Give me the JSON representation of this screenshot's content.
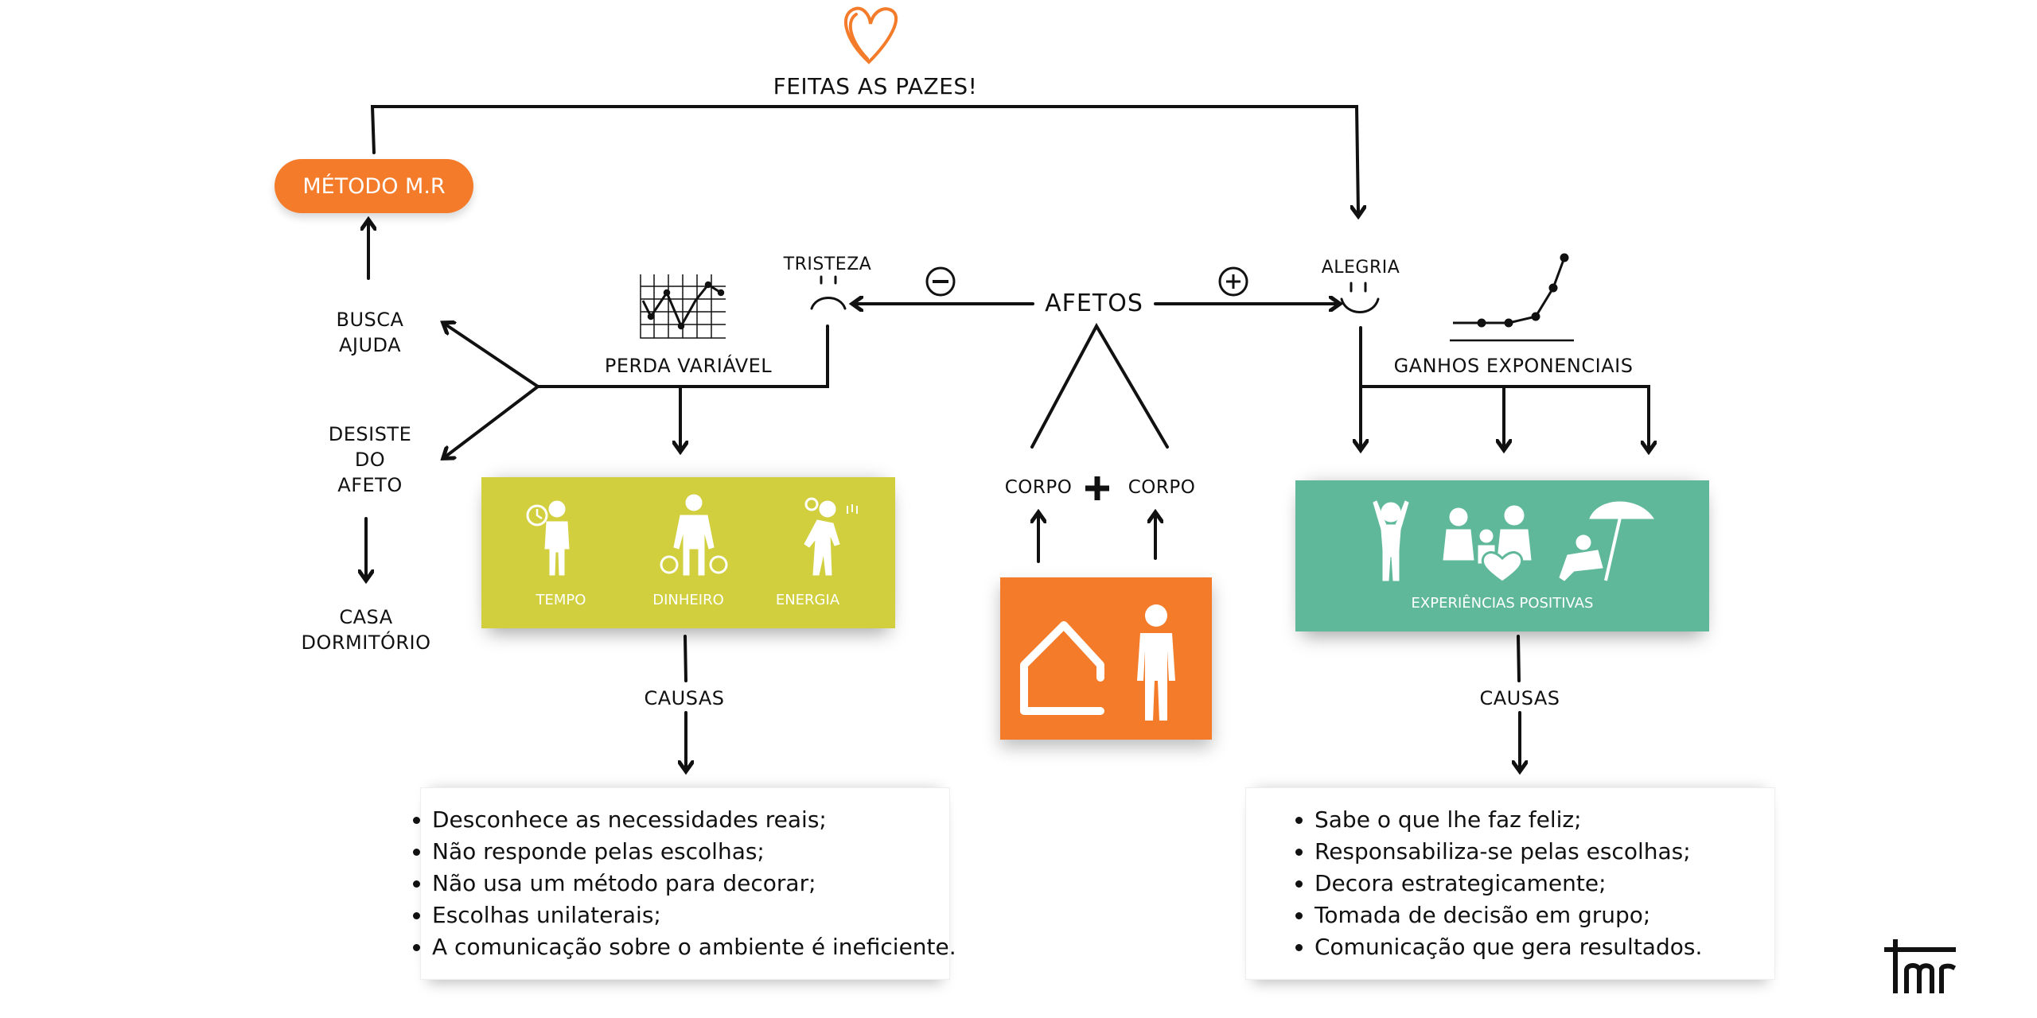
{
  "top": {
    "title": "FEITAS AS PAZES!"
  },
  "method": {
    "label": "MÉTODO M.R"
  },
  "left_branch": {
    "busca": "BUSCA\nAJUDA",
    "desiste": "DESISTE\nDO\nAFETO",
    "casa": "CASA\nDORMITÓRIO"
  },
  "center": {
    "afetos": "AFETOS",
    "corpo_left": "CORPO",
    "corpo_right": "CORPO",
    "minus_symbol": "−",
    "plus_symbol": "+"
  },
  "negative": {
    "emotion": "TRISTEZA",
    "trend": "PERDA VARIÁVEL",
    "panel_items": [
      {
        "label": "TEMPO",
        "icon": "person-clock-icon"
      },
      {
        "label": "DINHEIRO",
        "icon": "person-coins-icon"
      },
      {
        "label": "ENERGIA",
        "icon": "tired-person-icon"
      }
    ],
    "causes_label": "CAUSAS",
    "causes": [
      "Desconhece as necessidades reais;",
      "Não responde pelas escolhas;",
      "Não usa um método para decorar;",
      "Escolhas unilaterais;",
      "A comunicação sobre o ambiente é ineficiente."
    ]
  },
  "positive": {
    "emotion": "ALEGRIA",
    "trend": "GANHOS EXPONENCIAIS",
    "panel_label": "EXPERIÊNCIAS POSITIVAS",
    "panel_icons": [
      "happy-person-icon",
      "family-heart-icon",
      "beach-relax-icon"
    ],
    "causes_label": "CAUSAS",
    "causes": [
      "Sabe o que lhe faz feliz;",
      "Responsabiliza-se pelas escolhas;",
      "Decora estrategicamente;",
      "Tomada de decisão em grupo;",
      "Comunicação que gera resultados."
    ]
  },
  "colors": {
    "orange": "#F47B2A",
    "yellow": "#D2CF3F",
    "green": "#5FB89A",
    "ink": "#111111"
  }
}
